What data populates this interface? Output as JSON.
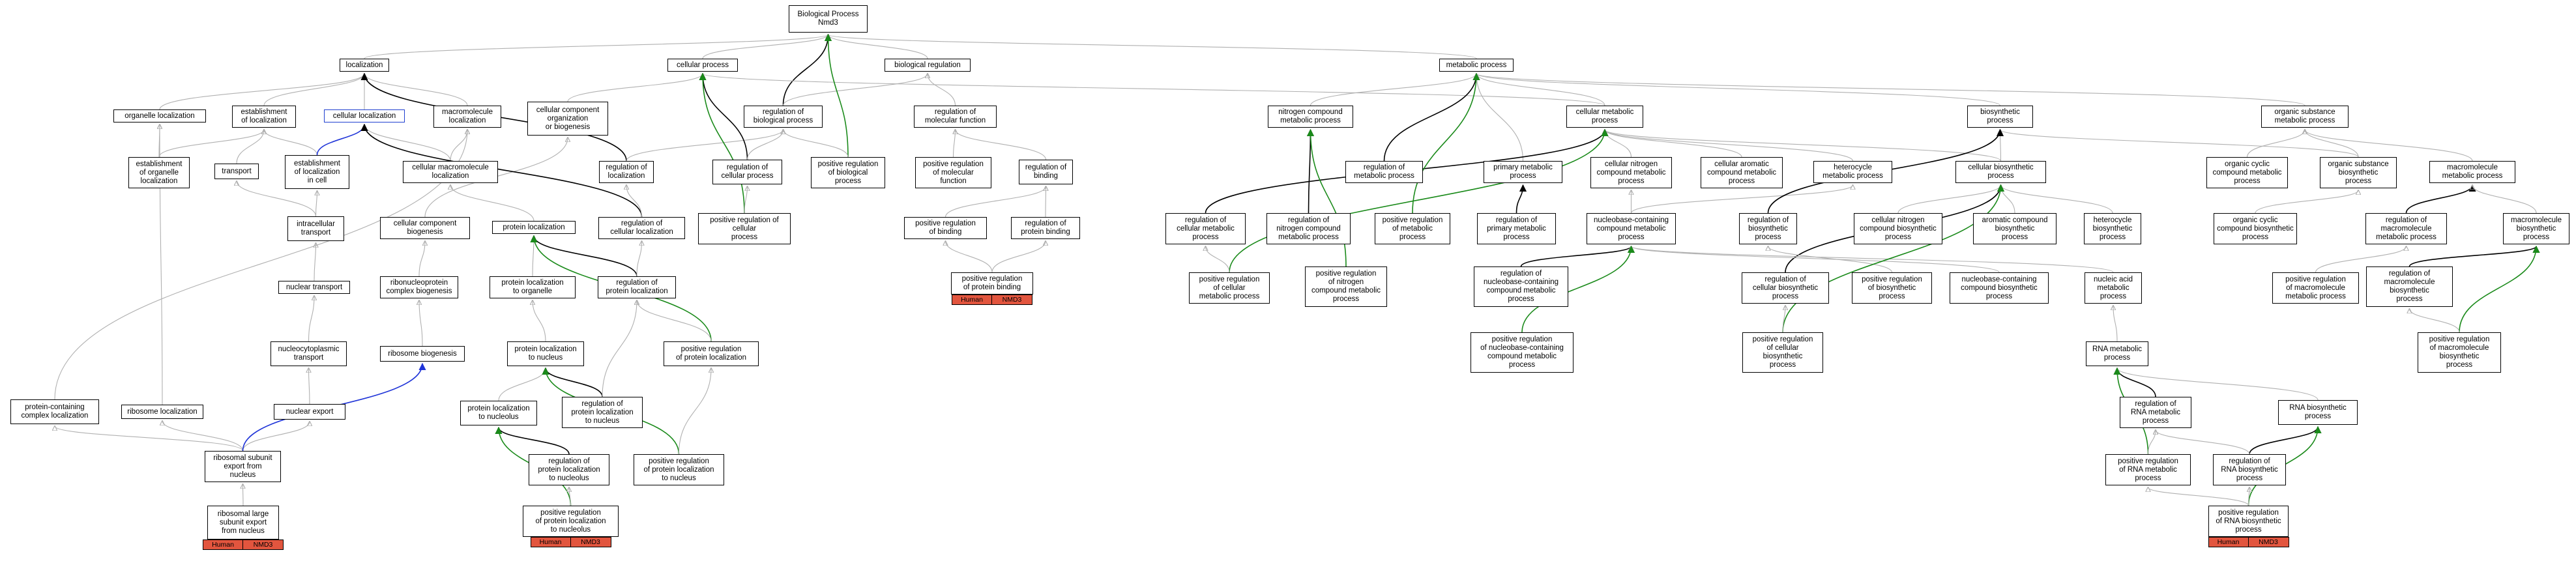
{
  "nodes": [
    {
      "id": "bp_root",
      "label": "Biological Process\nNmd3"
    },
    {
      "id": "localization",
      "label": "localization"
    },
    {
      "id": "cellular_process",
      "label": "cellular process"
    },
    {
      "id": "biological_regulation",
      "label": "biological regulation"
    },
    {
      "id": "metabolic_process",
      "label": "metabolic process"
    },
    {
      "id": "organelle_localization",
      "label": "organelle localization"
    },
    {
      "id": "establishment_of_localization",
      "label": "establishment\nof localization"
    },
    {
      "id": "cellular_localization",
      "label": "cellular localization"
    },
    {
      "id": "macromolecule_localization",
      "label": "macromolecule\nlocalization"
    },
    {
      "id": "cellular_component_org",
      "label": "cellular component\norganization\nor biogenesis"
    },
    {
      "id": "regulation_of_biological_process",
      "label": "regulation of\nbiological process"
    },
    {
      "id": "regulation_of_molecular_function",
      "label": "regulation of\nmolecular function"
    },
    {
      "id": "nitrogen_compound_metabolic",
      "label": "nitrogen compound\nmetabolic process"
    },
    {
      "id": "cellular_metabolic",
      "label": "cellular metabolic\nprocess"
    },
    {
      "id": "biosynthetic",
      "label": "biosynthetic\nprocess"
    },
    {
      "id": "organic_substance_metabolic",
      "label": "organic substance\nmetabolic process"
    },
    {
      "id": "establishment_of_organelle_localization",
      "label": "establishment\nof organelle\nlocalization"
    },
    {
      "id": "transport",
      "label": "transport"
    },
    {
      "id": "establishment_of_localization_in_cell",
      "label": "establishment\nof localization\nin cell"
    },
    {
      "id": "cellular_macromolecule_localization",
      "label": "cellular macromolecule\nlocalization"
    },
    {
      "id": "regulation_of_localization",
      "label": "regulation of\nlocalization"
    },
    {
      "id": "regulation_of_cellular_process",
      "label": "regulation of\ncellular process"
    },
    {
      "id": "positive_regulation_of_biological_process",
      "label": "positive regulation\nof biological\nprocess"
    },
    {
      "id": "positive_regulation_of_molecular_function",
      "label": "positive regulation\nof molecular\nfunction"
    },
    {
      "id": "regulation_of_binding",
      "label": "regulation of\nbinding"
    },
    {
      "id": "regulation_of_metabolic_process",
      "label": "regulation of\nmetabolic process"
    },
    {
      "id": "primary_metabolic",
      "label": "primary metabolic\nprocess"
    },
    {
      "id": "cellular_nitrogen_compound_metabolic",
      "label": "cellular nitrogen\ncompound metabolic\nprocess"
    },
    {
      "id": "cellular_aromatic_compound_metabolic",
      "label": "cellular aromatic\ncompound metabolic\nprocess"
    },
    {
      "id": "heterocycle_metabolic",
      "label": "heterocycle\nmetabolic process"
    },
    {
      "id": "cellular_biosynthetic",
      "label": "cellular biosynthetic\nprocess"
    },
    {
      "id": "organic_cyclic_compound_metabolic",
      "label": "organic cyclic\ncompound metabolic\nprocess"
    },
    {
      "id": "organic_substance_biosynthetic",
      "label": "organic substance\nbiosynthetic\nprocess"
    },
    {
      "id": "macromolecule_metabolic",
      "label": "macromolecule\nmetabolic process"
    },
    {
      "id": "intracellular_transport",
      "label": "intracellular\ntransport"
    },
    {
      "id": "cellular_component_biogenesis",
      "label": "cellular component\nbiogenesis"
    },
    {
      "id": "protein_localization",
      "label": "protein localization"
    },
    {
      "id": "regulation_of_cellular_localization",
      "label": "regulation of\ncellular localization"
    },
    {
      "id": "positive_regulation_of_cellular_process",
      "label": "positive regulation of\ncellular\nprocess"
    },
    {
      "id": "positive_regulation_of_binding",
      "label": "positive regulation\nof binding"
    },
    {
      "id": "regulation_of_protein_binding",
      "label": "regulation of\nprotein binding"
    },
    {
      "id": "regulation_of_cellular_metabolic",
      "label": "regulation of\ncellular metabolic\nprocess"
    },
    {
      "id": "regulation_of_nitrogen_compound_metabolic",
      "label": "regulation of\nnitrogen compound\nmetabolic process"
    },
    {
      "id": "positive_regulation_of_metabolic",
      "label": "positive regulation\nof metabolic\nprocess"
    },
    {
      "id": "regulation_of_primary_metabolic",
      "label": "regulation of\nprimary metabolic\nprocess"
    },
    {
      "id": "nucleobase_containing_compound_metabolic",
      "label": "nucleobase-containing\ncompound metabolic\nprocess"
    },
    {
      "id": "regulation_of_biosynthetic",
      "label": "regulation of\nbiosynthetic\nprocess"
    },
    {
      "id": "cellular_nitrogen_compound_biosynthetic",
      "label": "cellular nitrogen\ncompound biosynthetic\nprocess"
    },
    {
      "id": "aromatic_compound_biosynthetic",
      "label": "aromatic compound\nbiosynthetic\nprocess"
    },
    {
      "id": "heterocycle_biosynthetic",
      "label": "heterocycle\nbiosynthetic\nprocess"
    },
    {
      "id": "organic_cyclic_compound_biosynthetic",
      "label": "organic cyclic\ncompound biosynthetic\nprocess"
    },
    {
      "id": "regulation_of_macromolecule_metabolic",
      "label": "regulation of\nmacromolecule\nmetabolic process"
    },
    {
      "id": "macromolecule_biosynthetic",
      "label": "macromolecule\nbiosynthetic\nprocess"
    },
    {
      "id": "nuclear_transport",
      "label": "nuclear transport"
    },
    {
      "id": "ribonucleoprotein_complex_biogenesis",
      "label": "ribonucleoprotein\ncomplex biogenesis"
    },
    {
      "id": "protein_localization_to_organelle",
      "label": "protein localization\nto organelle"
    },
    {
      "id": "regulation_of_protein_localization",
      "label": "regulation of\nprotein localization"
    },
    {
      "id": "positive_regulation_of_protein_binding",
      "label": "positive regulation\nof protein binding"
    },
    {
      "id": "positive_regulation_of_cellular_metabolic",
      "label": "positive regulation\nof cellular\nmetabolic process"
    },
    {
      "id": "positive_regulation_of_nitrogen_compound_metabolic",
      "label": "positive regulation\nof nitrogen\ncompound metabolic\nprocess"
    },
    {
      "id": "regulation_of_nucleobase_containing_compound_metabolic",
      "label": "regulation of\nnucleobase-containing\ncompound metabolic\nprocess"
    },
    {
      "id": "regulation_of_cellular_biosynthetic",
      "label": "regulation of\ncellular biosynthetic\nprocess"
    },
    {
      "id": "positive_regulation_of_biosynthetic",
      "label": "positive regulation\nof biosynthetic\nprocess"
    },
    {
      "id": "nucleobase_containing_compound_biosynthetic",
      "label": "nucleobase-containing\ncompound biosynthetic\nprocess"
    },
    {
      "id": "nucleic_acid_metabolic",
      "label": "nucleic acid\nmetabolic\nprocess"
    },
    {
      "id": "positive_regulation_of_macromolecule_metabolic",
      "label": "positive regulation\nof macromolecule\nmetabolic process"
    },
    {
      "id": "regulation_of_macromolecule_biosynthetic",
      "label": "regulation of\nmacromolecule\nbiosynthetic\nprocess"
    },
    {
      "id": "nucleocytoplasmic_transport",
      "label": "nucleocytoplasmic\ntransport"
    },
    {
      "id": "ribosome_biogenesis",
      "label": "ribosome biogenesis"
    },
    {
      "id": "protein_localization_to_nucleus",
      "label": "protein localization\nto nucleus"
    },
    {
      "id": "positive_regulation_of_protein_localization",
      "label": "positive regulation\nof protein localization"
    },
    {
      "id": "positive_regulation_of_nucleobase_containing_compound_metabolic",
      "label": "positive regulation\nof nucleobase-containing\ncompound metabolic\nprocess"
    },
    {
      "id": "positive_regulation_of_cellular_biosynthetic",
      "label": "positive regulation\nof cellular\nbiosynthetic\nprocess"
    },
    {
      "id": "rna_metabolic",
      "label": "RNA metabolic\nprocess"
    },
    {
      "id": "positive_regulation_of_macromolecule_biosynthetic",
      "label": "positive regulation\nof macromolecule\nbiosynthetic\nprocess"
    },
    {
      "id": "protein_containing_complex_localization",
      "label": "protein-containing\ncomplex localization"
    },
    {
      "id": "ribosome_localization",
      "label": "ribosome localization"
    },
    {
      "id": "nuclear_export",
      "label": "nuclear export"
    },
    {
      "id": "protein_localization_to_nucleolus",
      "label": "protein localization\nto nucleolus"
    },
    {
      "id": "regulation_of_protein_localization_to_nucleus",
      "label": "regulation of\nprotein localization\nto nucleus"
    },
    {
      "id": "regulation_of_rna_metabolic",
      "label": "regulation of\nRNA metabolic\nprocess"
    },
    {
      "id": "rna_biosynthetic",
      "label": "RNA biosynthetic\nprocess"
    },
    {
      "id": "ribosomal_subunit_export",
      "label": "ribosomal subunit\nexport from\nnucleus"
    },
    {
      "id": "regulation_of_protein_localization_to_nucleolus",
      "label": "regulation of\nprotein localization\nto nucleolus"
    },
    {
      "id": "positive_regulation_of_protein_localization_to_nucleus",
      "label": "positive regulation\nof protein localization\nto nucleus"
    },
    {
      "id": "positive_regulation_of_rna_metabolic",
      "label": "positive regulation\nof RNA metabolic\nprocess"
    },
    {
      "id": "regulation_of_rna_biosynthetic",
      "label": "regulation of\nRNA biosynthetic\nprocess"
    },
    {
      "id": "ribosomal_large_subunit_export",
      "label": "ribosomal large\nsubunit export\nfrom nucleus"
    },
    {
      "id": "positive_regulation_of_protein_localization_to_nucleolus",
      "label": "positive regulation\nof protein localization\nto nucleolus"
    },
    {
      "id": "positive_regulation_of_rna_biosynthetic",
      "label": "positive regulation\nof RNA biosynthetic\nprocess"
    }
  ],
  "annotation_tags": [
    {
      "node": "positive_regulation_of_protein_binding",
      "labels": [
        "Human",
        "NMD3"
      ]
    },
    {
      "node": "ribosomal_large_subunit_export",
      "labels": [
        "Human",
        "NMD3"
      ]
    },
    {
      "node": "positive_regulation_of_protein_localization_to_nucleolus",
      "labels": [
        "Human",
        "NMD3"
      ]
    },
    {
      "node": "positive_regulation_of_rna_biosynthetic",
      "labels": [
        "Human",
        "NMD3"
      ]
    }
  ],
  "edge_colors": {
    "is_a": "#b0b0b0",
    "part_of": "#000000",
    "positively_regulates": "#1a8a1a",
    "regulates": "#2035d8"
  },
  "tag_color": "#e2553e"
}
